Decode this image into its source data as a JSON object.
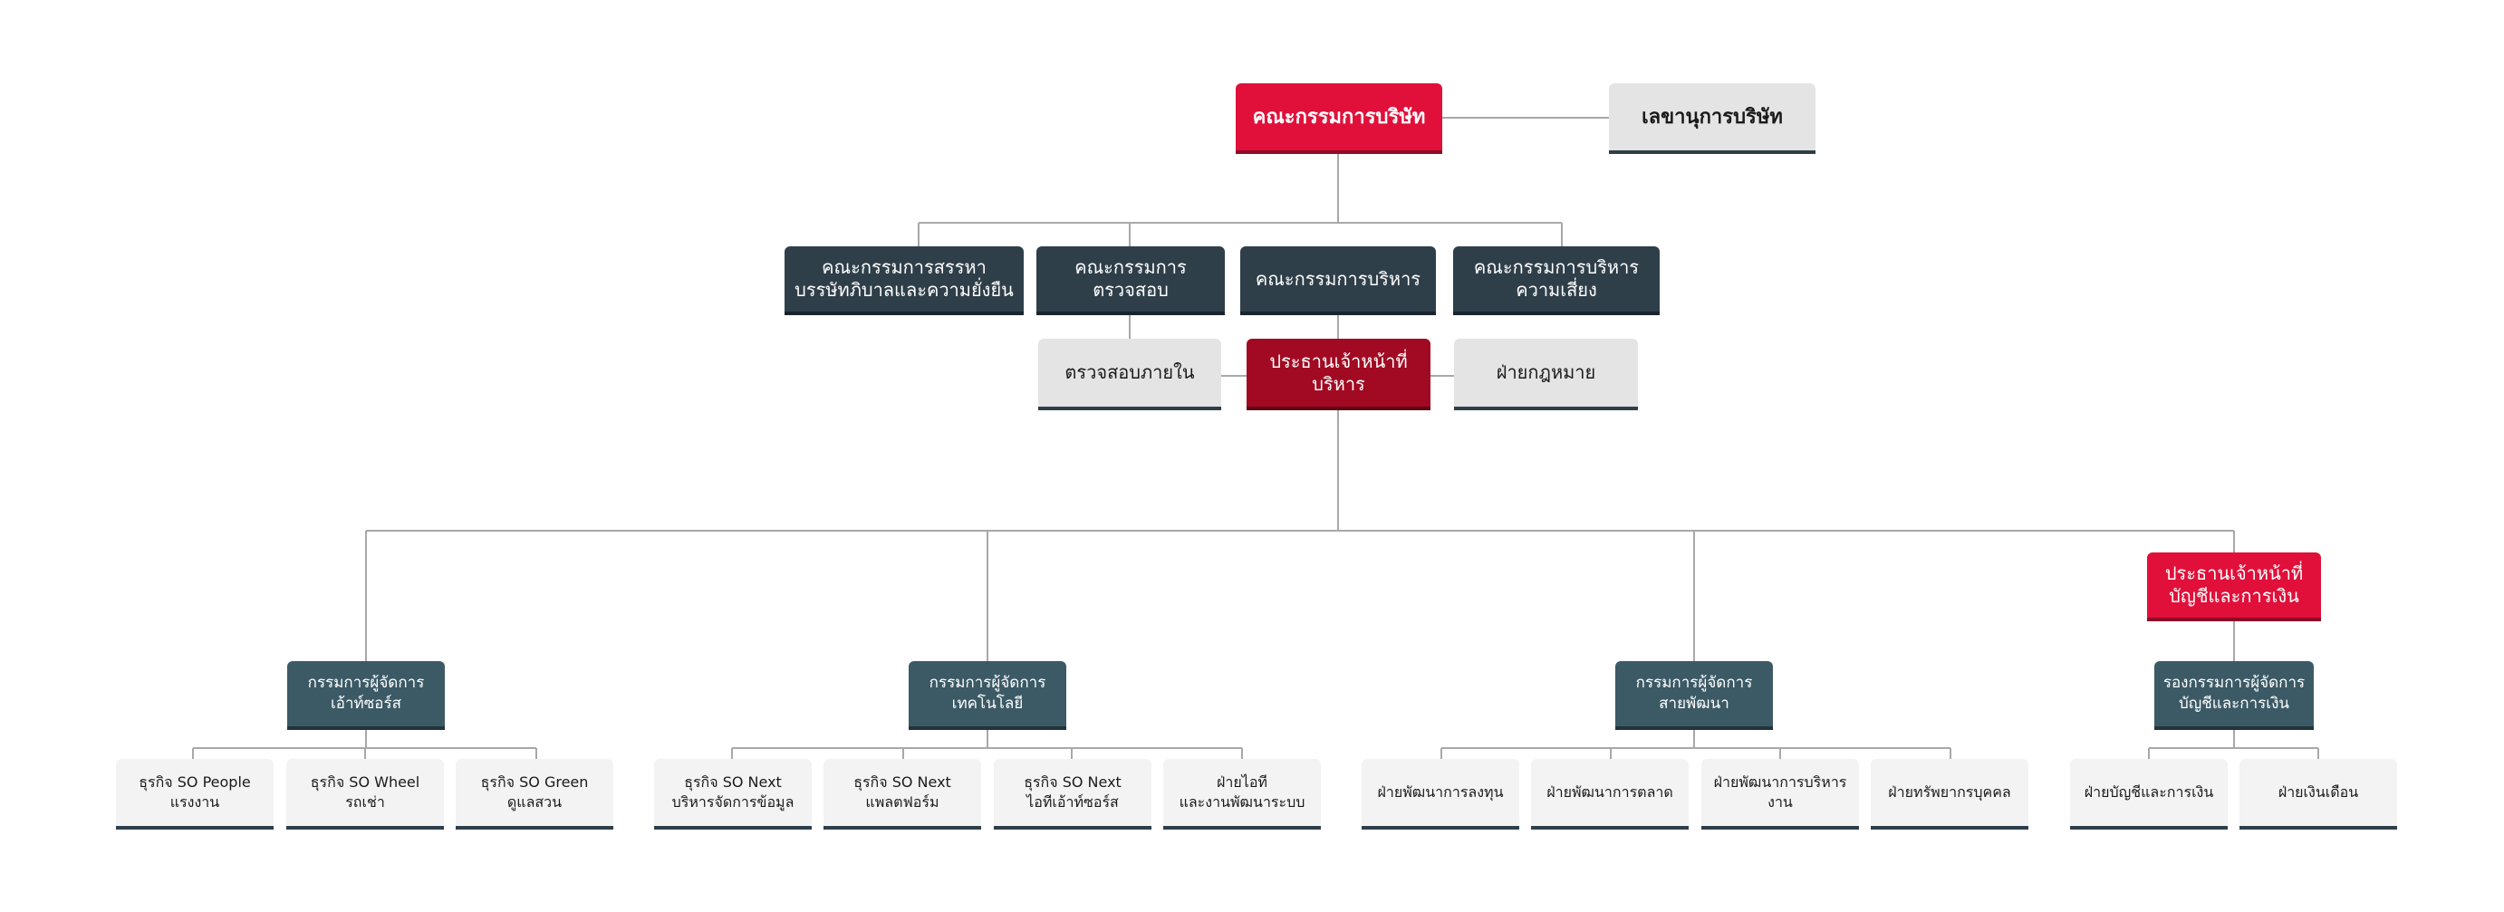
{
  "board": {
    "label": "คณะกรรมการบริษัท",
    "color": "#e0103a"
  },
  "secretary": {
    "label": "เลขานุการบริษัท"
  },
  "committees": [
    {
      "id": "governance",
      "label": "คณะกรรมการสรรหา\nบรรษัทภิบาลและความยั่งยืน"
    },
    {
      "id": "audit",
      "label": "คณะกรรมการ\nตรวจสอบ"
    },
    {
      "id": "executive",
      "label": "คณะกรรมการบริหาร"
    },
    {
      "id": "risk",
      "label": "คณะกรรมการบริหาร\nความเสี่ยง"
    }
  ],
  "internal_audit": {
    "label": "ตรวจสอบภายใน"
  },
  "ceo": {
    "label": "ประธานเจ้าหน้าที่บริหาร",
    "color": "#a10a22"
  },
  "legal": {
    "label": "ฝ่ายกฎหมาย"
  },
  "cfo": {
    "label": "ประธานเจ้าหน้าที่\nบัญชีและการเงิน",
    "color": "#e0103a"
  },
  "directors": [
    {
      "id": "outsource",
      "label": "กรรมการผู้จัดการ\nเอ้าท์ซอร์ส"
    },
    {
      "id": "tech",
      "label": "กรรมการผู้จัดการ\nเทคโนโลยี"
    },
    {
      "id": "dev",
      "label": "กรรมการผู้จัดการ\nสายพัฒนา"
    },
    {
      "id": "finance",
      "label": "รองกรรมการผู้จัดการ\nบัญชีและการเงิน"
    }
  ],
  "units": [
    {
      "group": "outsource",
      "label": "ธุรกิจ SO People\nแรงงาน"
    },
    {
      "group": "outsource",
      "label": "ธุรกิจ SO Wheel\nรถเช่า"
    },
    {
      "group": "outsource",
      "label": "ธุรกิจ SO Green\nดูแลสวน"
    },
    {
      "group": "tech",
      "label": "ธุรกิจ SO Next\nบริหารจัดการข้อมูล"
    },
    {
      "group": "tech",
      "label": "ธุรกิจ SO Next\nแพลตฟอร์ม"
    },
    {
      "group": "tech",
      "label": "ธุรกิจ SO Next\nไอทีเอ้าท์ซอร์ส"
    },
    {
      "group": "tech",
      "label": "ฝ่ายไอที\nและงานพัฒนาระบบ"
    },
    {
      "group": "dev",
      "label": "ฝ่ายพัฒนาการลงทุน"
    },
    {
      "group": "dev",
      "label": "ฝ่ายพัฒนาการตลาด"
    },
    {
      "group": "dev",
      "label": "ฝ่ายพัฒนาการบริหารงาน"
    },
    {
      "group": "dev",
      "label": "ฝ่ายทรัพยากรบุคคล"
    },
    {
      "group": "finance",
      "label": "ฝ่ายบัญชีและการเงิน"
    },
    {
      "group": "finance",
      "label": "ฝ่ายเงินเดือน"
    }
  ]
}
